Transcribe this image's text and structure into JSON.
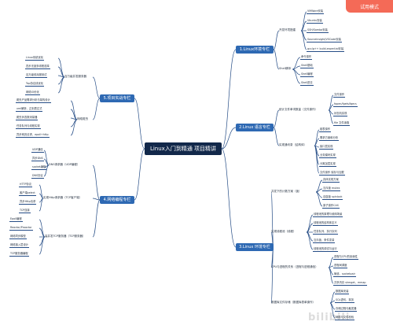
{
  "badge": "试用模式",
  "watermark": "bilibili",
  "root": "Linux入门到精通 项目精讲",
  "branches": {
    "env": "1.Linux环境专栏",
    "lang": "2.Linux 语言专栏",
    "sys": "3.Linux 环境专栏",
    "net": "4.网络编程专栏",
    "proj": "5.项目实战专栏"
  },
  "env": {
    "dev": "开发环境搭建",
    "dev_items": [
      "VMWare安装",
      "Ubuntu安装",
      "SSH/Samba安装",
      "Sourceinsight/VSCode安装",
      "gcc/g++ build-essential安装"
    ],
    "shell": "Shell脚本",
    "shell_items": [
      "命令操作",
      "Shell基础",
      "Shell编程",
      "Shell进去"
    ]
  },
  "lang": {
    "sec1": "统计文件单词数量（文件操作）",
    "sec1_items": [
      "文件操作",
      "fopen/fgets/fgecs",
      "状态机实现",
      "file 文件读取"
    ],
    "sec2": "实现通讯录（结构体）",
    "sec2_items": [
      "链表操作",
      "需求方案和分析",
      "接口层实现",
      "业务模块实现",
      "分离加层实现",
      "文件操作 保存与加载"
    ]
  },
  "sys": {
    "s1": "并发下的计数方案（锁）",
    "s1_items": [
      "具体实现方案",
      "互斥锁 mutex",
      "自旋锁 spinlock",
      "原子操作CAS"
    ],
    "s2": "实现线程池（线程）",
    "s2_items": [
      "线程池的原理与使用场景",
      "线程池的结构体定义",
      "任务队列、执行队列",
      "互斥锁、条件变量",
      "线程池的调试与运行"
    ],
    "s3": "CPU与进程的关系（进程与进程通信）",
    "s3_items": [
      "进程与CPU的亲缘性",
      "进程间调度",
      "管道、socketpair",
      "共享内存 shmget、mmap"
    ],
    "s4": "数据库文件存储（数据库表单操作）",
    "s4_items": [
      "数据库安装",
      "SQL语句、事务",
      "存储过程与触发器",
      "网络与文件检验"
    ]
  },
  "net": {
    "dns": "DNS请求器（UDP编程）",
    "dns_items": [
      "UDP通信",
      "异步DNS",
      "socket编程",
      "DNS协议"
    ],
    "http": "实现Http请求器（TCP客户端）",
    "http_items": [
      "HTTP协议",
      "客户端select",
      "异步Http请求",
      "TCP连接"
    ],
    "tcp": "高并发TCP服务器（TCP服务器）",
    "tcp_items": [
      "Epoll编程",
      "Reactor/Proactor",
      "网络同步模型",
      "网络接入层设计",
      "TCP服务器编程"
    ]
  },
  "proj": {
    "io": "百万级并发服务器",
    "io_items": [
      "Linux系统优化",
      "四步无锁多线程选择",
      "百万级领兵服测试",
      "Top协议线优化",
      "网络IO优化"
    ],
    "nt": "网络爬虫",
    "nt_items": [
      "爬虫产品需求分析与架构设计",
      "xml解析、正则表达式",
      "爬虫状态报测量器",
      "任务队列与线程实现",
      "异步网页请求、epoll+http"
    ]
  }
}
